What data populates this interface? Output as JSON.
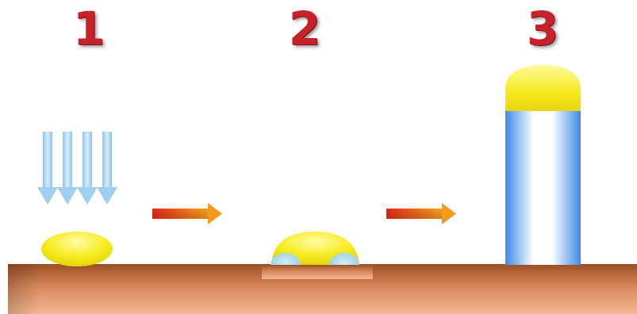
{
  "steps": [
    {
      "label": "1"
    },
    {
      "label": "2"
    },
    {
      "label": "3"
    }
  ],
  "colors": {
    "step_number": "#c6222a",
    "droplet": "#f4e81a",
    "light_arrow": "#a9d3f2",
    "process_arrow_start": "#e8361a",
    "process_arrow_end": "#f7a21e",
    "pillar_edge": "#3f8ee6",
    "pillar_center": "#ffffff",
    "wet_spot": "#a9d9e9",
    "substrate_top": "#a4552a",
    "substrate_bottom": "#f2b48e"
  },
  "icons": {
    "light_arrows": "down-arrow-icon",
    "process_arrows": "right-arrow-icon"
  }
}
